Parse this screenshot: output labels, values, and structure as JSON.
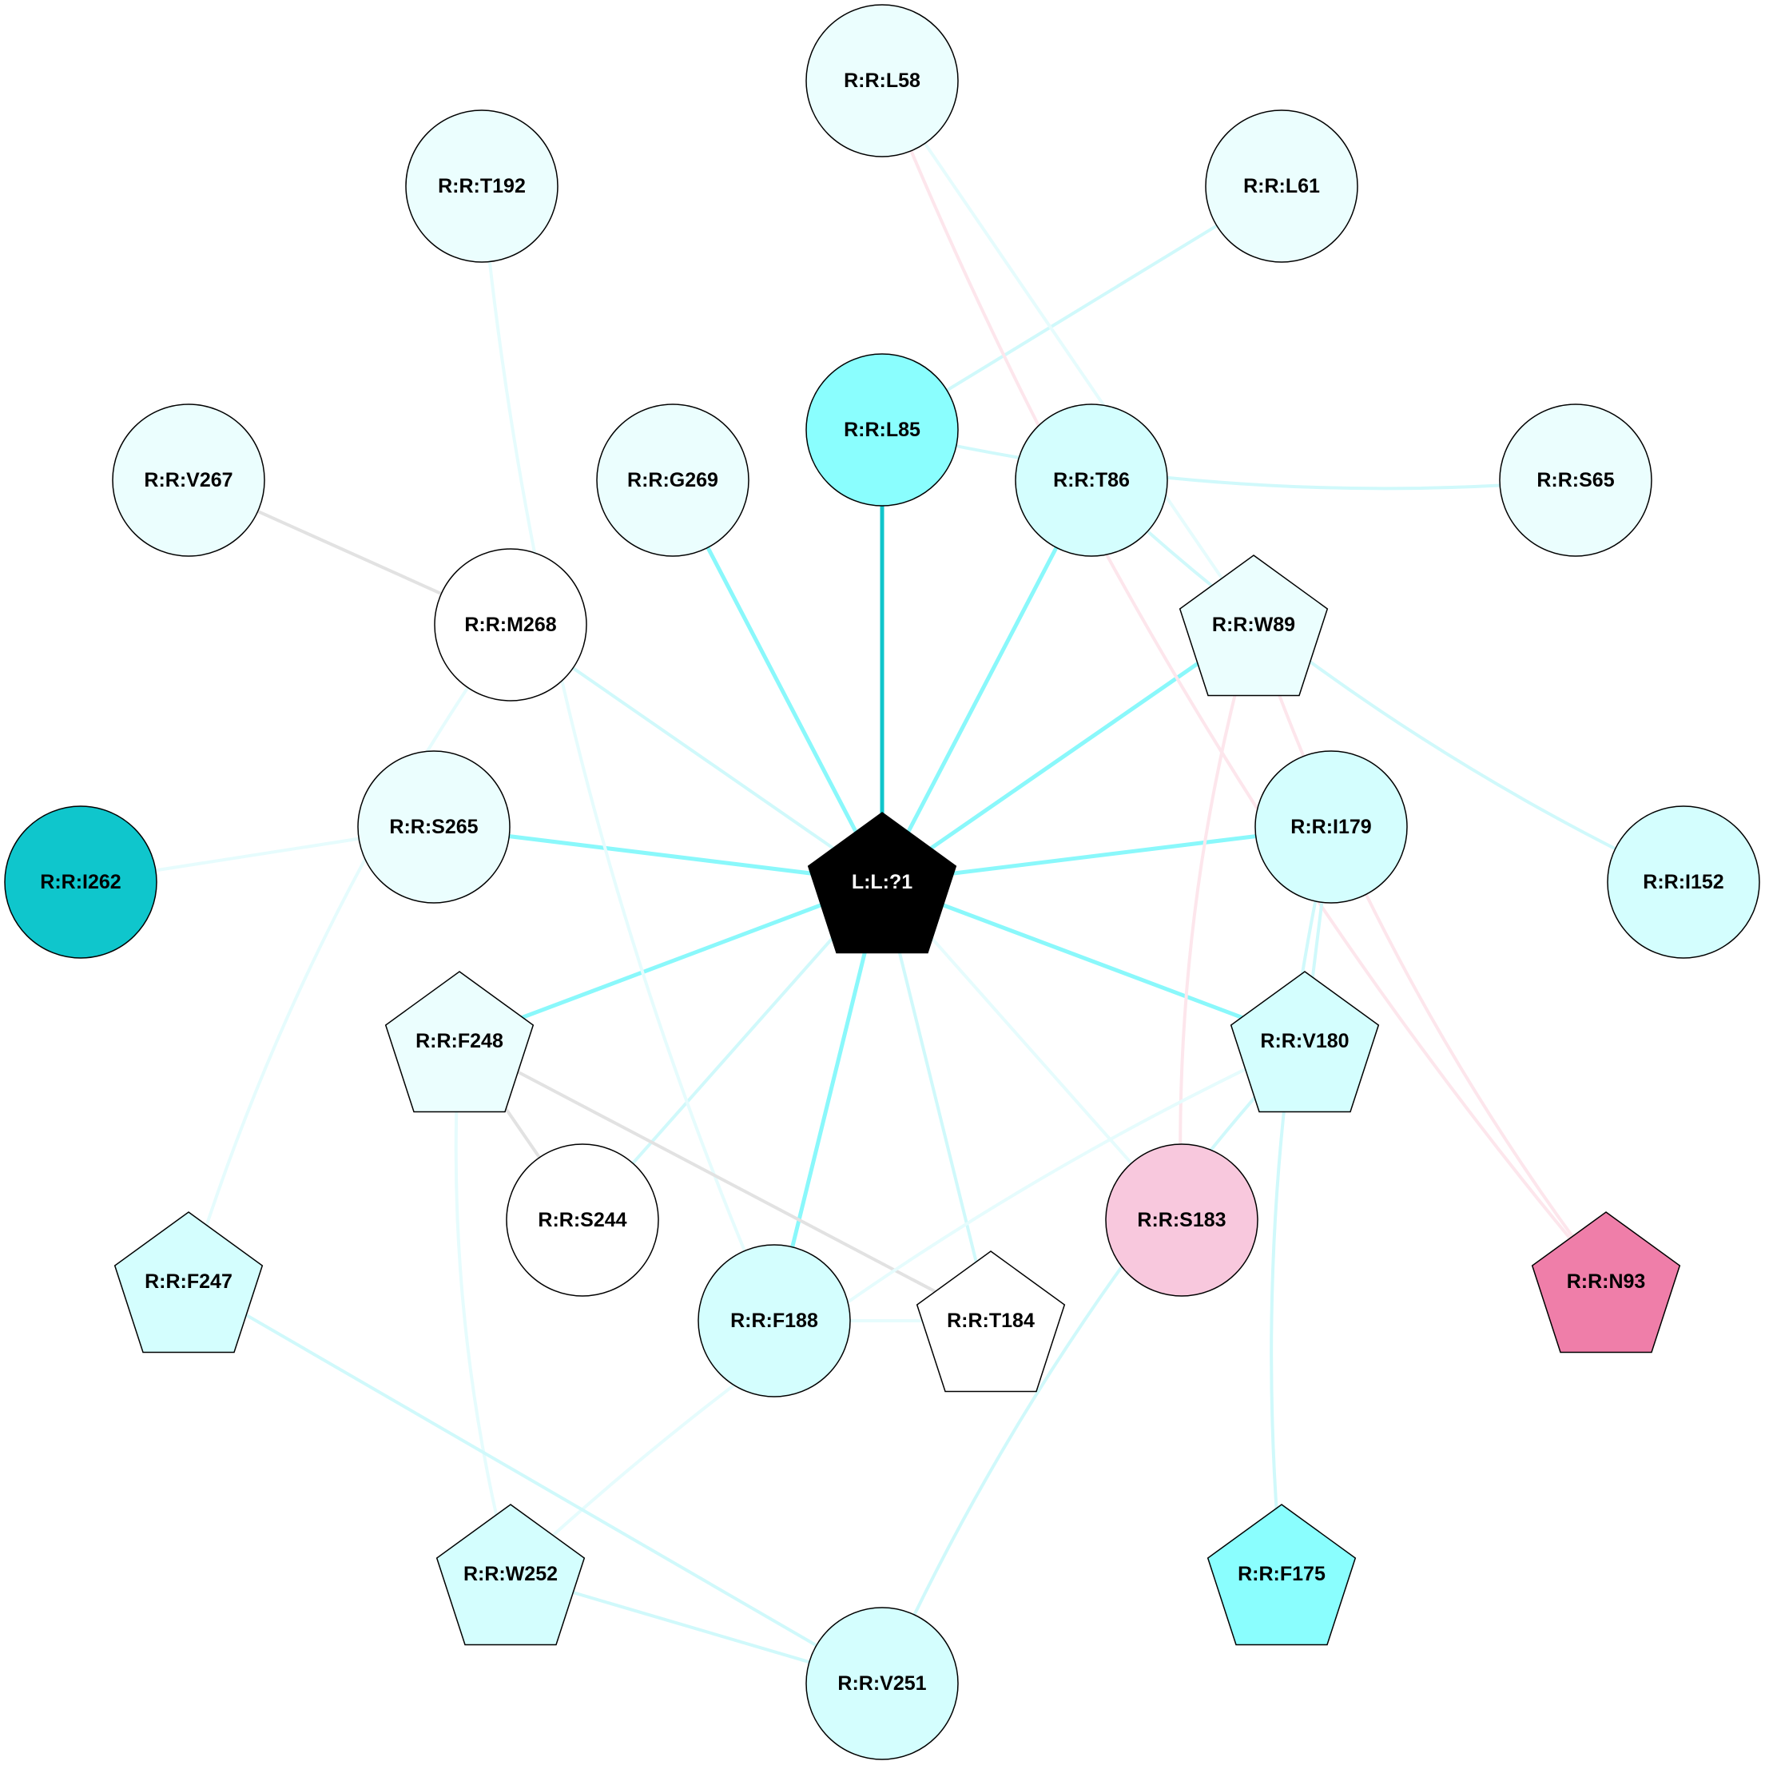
{
  "nodes": [
    {
      "id": "L58",
      "label": "R:R:L58",
      "shape": "circle",
      "fill": "#ebfefe",
      "text_color": "#000000"
    },
    {
      "id": "T192",
      "label": "R:R:T192",
      "shape": "circle",
      "fill": "#ebfefe",
      "text_color": "#000000"
    },
    {
      "id": "L61",
      "label": "R:R:L61",
      "shape": "circle",
      "fill": "#ebfefe",
      "text_color": "#000000"
    },
    {
      "id": "L85",
      "label": "R:R:L85",
      "shape": "circle",
      "fill": "#8afefe",
      "text_color": "#000000"
    },
    {
      "id": "V267",
      "label": "R:R:V267",
      "shape": "circle",
      "fill": "#ebfefe",
      "text_color": "#000000"
    },
    {
      "id": "G269",
      "label": "R:R:G269",
      "shape": "circle",
      "fill": "#ebfefe",
      "text_color": "#000000"
    },
    {
      "id": "T86",
      "label": "R:R:T86",
      "shape": "circle",
      "fill": "#d4fefe",
      "text_color": "#000000"
    },
    {
      "id": "S65",
      "label": "R:R:S65",
      "shape": "circle",
      "fill": "#ebfefe",
      "text_color": "#000000"
    },
    {
      "id": "M268",
      "label": "R:R:M268",
      "shape": "circle",
      "fill": "#ffffff",
      "text_color": "#000000"
    },
    {
      "id": "W89",
      "label": "R:R:W89",
      "shape": "pentagon",
      "fill": "#ebfefe",
      "text_color": "#000000"
    },
    {
      "id": "I262",
      "label": "R:R:I262",
      "shape": "circle",
      "fill": "#0fc6cc",
      "text_color": "#000000"
    },
    {
      "id": "S265",
      "label": "R:R:S265",
      "shape": "circle",
      "fill": "#ebfefe",
      "text_color": "#000000"
    },
    {
      "id": "L1",
      "label": "L:L:?1",
      "shape": "pentagon",
      "fill": "#000000",
      "text_color": "#ffffff"
    },
    {
      "id": "I179",
      "label": "R:R:I179",
      "shape": "circle",
      "fill": "#d4fefe",
      "text_color": "#000000"
    },
    {
      "id": "I152",
      "label": "R:R:I152",
      "shape": "circle",
      "fill": "#d4fefe",
      "text_color": "#000000"
    },
    {
      "id": "F248",
      "label": "R:R:F248",
      "shape": "pentagon",
      "fill": "#ebfefe",
      "text_color": "#000000"
    },
    {
      "id": "V180",
      "label": "R:R:V180",
      "shape": "pentagon",
      "fill": "#d4fefe",
      "text_color": "#000000"
    },
    {
      "id": "S244",
      "label": "R:R:S244",
      "shape": "circle",
      "fill": "#ffffff",
      "text_color": "#000000"
    },
    {
      "id": "S183",
      "label": "R:R:S183",
      "shape": "circle",
      "fill": "#f8c8dd",
      "text_color": "#000000"
    },
    {
      "id": "F247",
      "label": "R:R:F247",
      "shape": "pentagon",
      "fill": "#d4fefe",
      "text_color": "#000000"
    },
    {
      "id": "F188",
      "label": "R:R:F188",
      "shape": "circle",
      "fill": "#d4fefe",
      "text_color": "#000000"
    },
    {
      "id": "T184",
      "label": "R:R:T184",
      "shape": "pentagon",
      "fill": "#ffffff",
      "text_color": "#000000"
    },
    {
      "id": "N93",
      "label": "R:R:N93",
      "shape": "pentagon",
      "fill": "#ef7ea9",
      "text_color": "#000000"
    },
    {
      "id": "W252",
      "label": "R:R:W252",
      "shape": "pentagon",
      "fill": "#d4fefe",
      "text_color": "#000000"
    },
    {
      "id": "F175",
      "label": "R:R:F175",
      "shape": "pentagon",
      "fill": "#8afefe",
      "text_color": "#000000"
    },
    {
      "id": "V251",
      "label": "R:R:V251",
      "shape": "circle",
      "fill": "#d4fefe",
      "text_color": "#000000"
    }
  ],
  "edges": [
    {
      "from": "L1",
      "to": "L85",
      "color": "#10c5cb",
      "weight": "strong"
    },
    {
      "from": "L1",
      "to": "G269",
      "color": "#8af8fb",
      "weight": "medium"
    },
    {
      "from": "L1",
      "to": "T86",
      "color": "#8af8fb",
      "weight": "medium"
    },
    {
      "from": "L1",
      "to": "W89",
      "color": "#8af8fb",
      "weight": "medium"
    },
    {
      "from": "L1",
      "to": "S265",
      "color": "#8af8fb",
      "weight": "medium"
    },
    {
      "from": "L1",
      "to": "I179",
      "color": "#8af8fb",
      "weight": "medium"
    },
    {
      "from": "L1",
      "to": "F248",
      "color": "#8af8fb",
      "weight": "medium"
    },
    {
      "from": "L1",
      "to": "V180",
      "color": "#8af8fb",
      "weight": "medium"
    },
    {
      "from": "L1",
      "to": "F188",
      "color": "#8af8fb",
      "weight": "medium"
    },
    {
      "from": "L1",
      "to": "M268",
      "color": "#d0f9fb",
      "weight": "light"
    },
    {
      "from": "L1",
      "to": "S244",
      "color": "#d0f9fb",
      "weight": "light"
    },
    {
      "from": "L1",
      "to": "T184",
      "color": "#d0f9fb",
      "weight": "light"
    },
    {
      "from": "L1",
      "to": "S183",
      "color": "#e6fcfd",
      "weight": "light"
    },
    {
      "from": "L85",
      "to": "L61",
      "color": "#d0f9fb",
      "weight": "light"
    },
    {
      "from": "L85",
      "to": "S65",
      "color": "#d0f9fb",
      "weight": "light",
      "curve": true
    },
    {
      "from": "L58",
      "to": "W89",
      "color": "#e6fcfd",
      "weight": "light"
    },
    {
      "from": "L58",
      "to": "N93",
      "color": "#fde6ec",
      "weight": "light",
      "curve": true
    },
    {
      "from": "T192",
      "to": "F188",
      "color": "#e6fcfd",
      "weight": "light",
      "curve": true
    },
    {
      "from": "V267",
      "to": "M268",
      "color": "#e2e2e2",
      "weight": "light"
    },
    {
      "from": "T86",
      "to": "I152",
      "color": "#d0f9fb",
      "weight": "light",
      "curve": true
    },
    {
      "from": "W89",
      "to": "N93",
      "color": "#fde6ec",
      "weight": "light",
      "curve": true
    },
    {
      "from": "W89",
      "to": "S183",
      "color": "#fde6ec",
      "weight": "light",
      "curve": true
    },
    {
      "from": "M268",
      "to": "F247",
      "color": "#e6fcfd",
      "weight": "light",
      "curve": true
    },
    {
      "from": "I262",
      "to": "S265",
      "color": "#e6fcfd",
      "weight": "light"
    },
    {
      "from": "I179",
      "to": "V180",
      "color": "#d0f9fb",
      "weight": "light"
    },
    {
      "from": "I179",
      "to": "F175",
      "color": "#d0f9fb",
      "weight": "light",
      "curve": true
    },
    {
      "from": "F248",
      "to": "S244",
      "color": "#e2e2e2",
      "weight": "light"
    },
    {
      "from": "F248",
      "to": "T184",
      "color": "#e2e2e2",
      "weight": "light"
    },
    {
      "from": "F248",
      "to": "W252",
      "color": "#e6fcfd",
      "weight": "light",
      "curve": true
    },
    {
      "from": "V180",
      "to": "W252",
      "color": "#e6fcfd",
      "weight": "light",
      "curve": true
    },
    {
      "from": "V180",
      "to": "V251",
      "color": "#d0f9fb",
      "weight": "light",
      "curve": true
    },
    {
      "from": "F247",
      "to": "V251",
      "color": "#d0f9fb",
      "weight": "light"
    },
    {
      "from": "F188",
      "to": "T184",
      "color": "#e6fcfd",
      "weight": "light"
    },
    {
      "from": "W252",
      "to": "V251",
      "color": "#d0f9fb",
      "weight": "light"
    }
  ]
}
